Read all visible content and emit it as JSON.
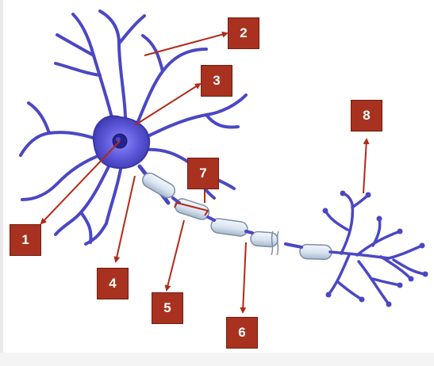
{
  "diagram": {
    "labels": [
      {
        "id": "1",
        "text": "1"
      },
      {
        "id": "2",
        "text": "2"
      },
      {
        "id": "3",
        "text": "3"
      },
      {
        "id": "4",
        "text": "4"
      },
      {
        "id": "5",
        "text": "5"
      },
      {
        "id": "6",
        "text": "6"
      },
      {
        "id": "7",
        "text": "7"
      },
      {
        "id": "8",
        "text": "8"
      }
    ],
    "colors": {
      "neuron": "#4b47c4",
      "neuron_dark": "#2c2a8c",
      "soma_glow": "#8c88ff",
      "myelin": "#dbe7f5",
      "myelin_edge": "#7d8ea5",
      "label_fill": "#a8321f",
      "arrow": "#b22a17"
    }
  }
}
